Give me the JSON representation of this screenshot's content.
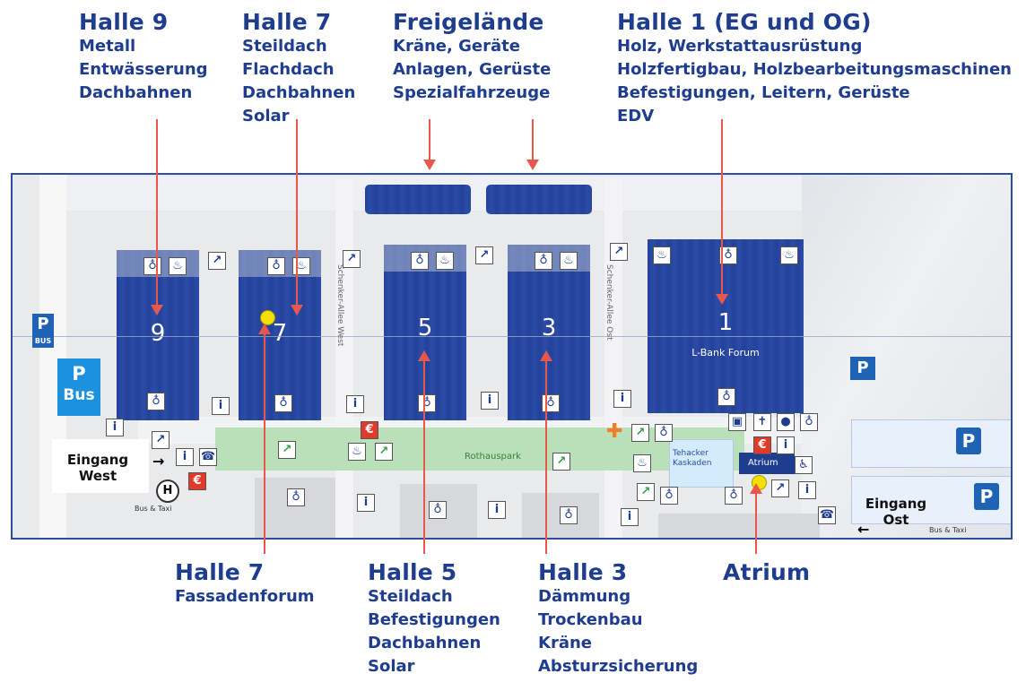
{
  "labels_top": [
    {
      "id": "halle9",
      "title": "Halle 9",
      "lines": [
        "Metall",
        "Entwässerung",
        "Dachbahnen"
      ]
    },
    {
      "id": "halle7",
      "title": "Halle 7",
      "lines": [
        "Steildach",
        "Flachdach",
        "Dachbahnen",
        "Solar"
      ]
    },
    {
      "id": "freigelaende",
      "title": "Freigelände",
      "lines": [
        "Kräne, Geräte",
        "Anlagen, Gerüste",
        "Spezialfahrzeuge"
      ]
    },
    {
      "id": "halle1",
      "title": "Halle 1 (EG und OG)",
      "lines": [
        "Holz, Werkstattausrüstung",
        "Holzfertigbau, Holzbearbeitungsmaschinen",
        "Befestigungen, Leitern, Gerüste",
        "EDV"
      ]
    }
  ],
  "labels_bottom": [
    {
      "id": "halle7b",
      "title": "Halle 7",
      "lines": [
        "Fassadenforum"
      ]
    },
    {
      "id": "halle5",
      "title": "Halle 5",
      "lines": [
        "Steildach",
        "Befestigungen",
        "Dachbahnen",
        "Solar"
      ]
    },
    {
      "id": "halle3",
      "title": "Halle 3",
      "lines": [
        "Dämmung",
        "Trockenbau",
        "Kräne",
        "Absturzsicherung"
      ]
    },
    {
      "id": "atrium",
      "title": "Atrium",
      "lines": []
    }
  ],
  "halls": [
    {
      "id": "9",
      "number": "9",
      "subtitle": ""
    },
    {
      "id": "7",
      "number": "7",
      "subtitle": ""
    },
    {
      "id": "5",
      "number": "5",
      "subtitle": ""
    },
    {
      "id": "3",
      "number": "3",
      "subtitle": ""
    },
    {
      "id": "1",
      "number": "1",
      "subtitle": "L-Bank Forum"
    }
  ],
  "map_text": {
    "park": "Rothauspark",
    "street_west": "Schenker-Allee West",
    "street_east": "Schenker-Allee Ost",
    "kaskaden": "Tehacker Kaskaden",
    "atrium_sign": "Atrium",
    "bus_taxi_west": "Bus & Taxi",
    "bus_taxi_east": "Bus & Taxi",
    "entrance_west": "Eingang West",
    "entrance_west_l1": "Eingang",
    "entrance_west_l2": "West",
    "entrance_east_l1": "Eingang",
    "entrance_east_l2": "Ost",
    "p": "P",
    "bus": "Bus",
    "bus_small": "BUS",
    "h": "H"
  },
  "colors": {
    "label_blue": "#1f3d8f",
    "arrow_red": "#e8584a",
    "hall_blue": "#24419a",
    "park_green": "#b9e0b9",
    "marker_yellow": "#f4e100"
  },
  "icons": [
    "wc-icon",
    "escalator-icon",
    "info-icon",
    "first-aid-icon",
    "ec-cash-icon",
    "restaurant-icon",
    "phone-icon",
    "shopping-cart-icon",
    "wheelchair-icon",
    "bus-stop-icon",
    "parking-icon"
  ]
}
